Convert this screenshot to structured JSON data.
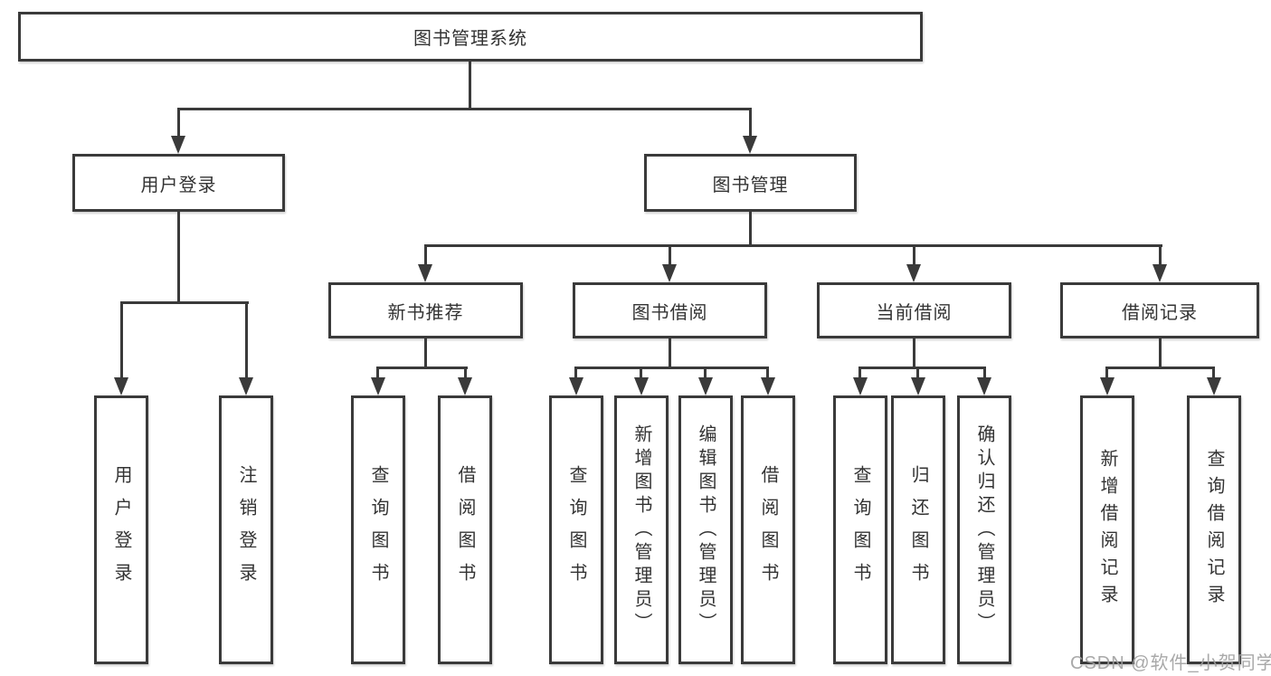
{
  "diagram": {
    "root": {
      "label": "图书管理系统"
    },
    "branches": [
      {
        "label": "用户登录",
        "children": [
          {
            "label": "用户登录"
          },
          {
            "label": "注销登录"
          }
        ]
      },
      {
        "label": "图书管理",
        "children": [
          {
            "label": "新书推荐",
            "children": [
              {
                "label": "查询图书"
              },
              {
                "label": "借阅图书"
              }
            ]
          },
          {
            "label": "图书借阅",
            "children": [
              {
                "label": "查询图书"
              },
              {
                "label": "新增图书（管理员）"
              },
              {
                "label": "编辑图书（管理员）"
              },
              {
                "label": "借阅图书"
              }
            ]
          },
          {
            "label": "当前借阅",
            "children": [
              {
                "label": "查询图书"
              },
              {
                "label": "归还图书"
              },
              {
                "label": "确认归还（管理员）"
              }
            ]
          },
          {
            "label": "借阅记录",
            "children": [
              {
                "label": "新增借阅记录"
              },
              {
                "label": "查询借阅记录"
              }
            ]
          }
        ]
      }
    ]
  },
  "watermark": {
    "text": "CSDN @软件_小贺同学"
  },
  "colors": {
    "line": "#3a3a3a",
    "text": "#333333",
    "watermark": "#a0a0a0",
    "background": "#ffffff"
  }
}
